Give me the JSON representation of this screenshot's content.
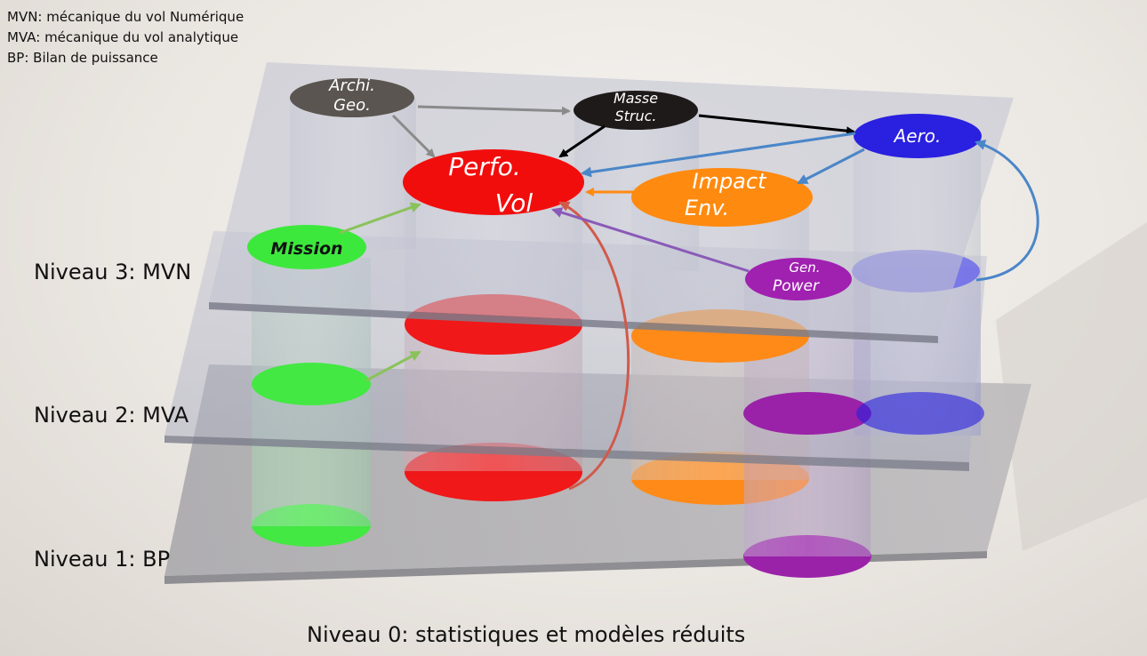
{
  "legend": {
    "line1": "MVN: mécanique du vol Numérique",
    "line2": "MVA: mécanique du vol analytique",
    "line3": "BP: Bilan de puissance"
  },
  "levels": {
    "level3": "Niveau 3:  MVN",
    "level2": "Niveau 2:  MVA",
    "level1": "Niveau 1:  BP",
    "level0": "Niveau 0: statistiques et modèles réduits"
  },
  "nodes": {
    "archi_geo": {
      "line1": "Archi.",
      "line2": "Geo.",
      "color": "#5a5550"
    },
    "masse_struc": {
      "line1": "Masse",
      "line2": "Struc.",
      "color": "#1e1a1a"
    },
    "aero": {
      "line1": "Aero.",
      "color": "#2a20e0"
    },
    "perfo_vol": {
      "line1": "Perfo.",
      "line2": "Vol",
      "color": "#f20d0d"
    },
    "impact_env": {
      "line1": "Impact",
      "line2": "Env.",
      "color": "#ff8a10"
    },
    "mission": {
      "line1": "Mission",
      "color": "#3de83d"
    },
    "gen_power": {
      "line1": "Gen.",
      "line2": "Power",
      "color": "#a020b0"
    }
  },
  "colors": {
    "arrow_gray": "#8a8a8a",
    "arrow_black": "#000000",
    "arrow_blue": "#4a86c8",
    "arrow_orange": "#ff8a10",
    "arrow_green": "#8ac25a",
    "arrow_red": "#d05a4a",
    "arrow_purple": "#8a5ab8"
  }
}
